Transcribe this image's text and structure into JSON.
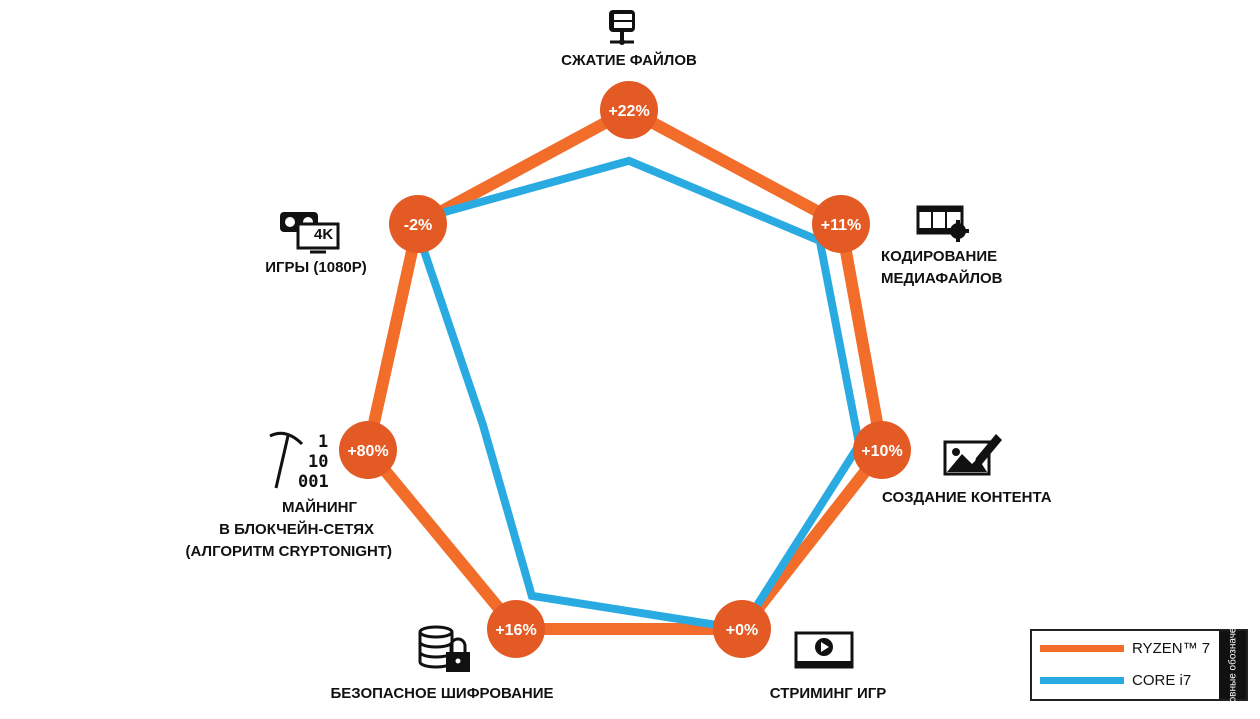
{
  "chart_data": {
    "type": "radar",
    "categories": [
      "СЖАТИЕ ФАЙЛОВ",
      "КОДИРОВАНИЕ МЕДИАФАЙЛОВ",
      "СОЗДАНИЕ КОНТЕНТА",
      "СТРИМИНГ ИГР",
      "БЕЗОПАСНОЕ ШИФРОВАНИЕ",
      "МАЙНИНГ В БЛОКЧЕЙН-СЕТЯХ (АЛГОРИТМ CRYPTONIGHT)",
      "ИГРЫ (1080P)"
    ],
    "series": [
      {
        "name": "RYZEN™ 7",
        "color": "#f26c2a",
        "values": [
          1.0,
          1.0,
          1.0,
          1.0,
          1.0,
          1.0,
          1.0
        ]
      },
      {
        "name": "CORE i7",
        "color": "#29abe2",
        "values": [
          0.82,
          0.9,
          0.91,
          1.0,
          0.86,
          0.56,
          1.02
        ]
      }
    ],
    "data_labels": [
      "+22%",
      "+11%",
      "+10%",
      "+0%",
      "+16%",
      "+80%",
      "-2%"
    ],
    "marker_color": "#e35a25"
  },
  "labels": {
    "files": "СЖАТИЕ ФАЙЛОВ",
    "media_1": "КОДИРОВАНИЕ",
    "media_2": "МЕДИАФАЙЛОВ",
    "content": "СОЗДАНИЕ КОНТЕНТА",
    "streaming": "СТРИМИНГ ИГР",
    "encryption": "БЕЗОПАСНОЕ ШИФРОВАНИЕ",
    "mining_1": "МАЙНИНГ",
    "mining_2": "В БЛОКЧЕЙН-СЕТЯХ",
    "mining_3": "(АЛГОРИТМ CRYPTONIGHT)",
    "gaming": "ИГРЫ (1080P)",
    "mining_bits_1": "1",
    "mining_bits_2": "10",
    "mining_bits_3": "001",
    "gaming_4k": "4K"
  },
  "icons": {
    "files": "compress-icon",
    "media": "film-gear-icon",
    "content": "image-edit-icon",
    "streaming": "video-play-icon",
    "encryption": "database-lock-icon",
    "mining": "pickaxe-binary-icon",
    "gaming": "vr-headset-4k-icon"
  },
  "legend": {
    "title": "Условные обозначения",
    "items": [
      {
        "label": "RYZEN™ 7",
        "color": "#f26c2a"
      },
      {
        "label": "CORE i7",
        "color": "#29abe2"
      }
    ]
  }
}
